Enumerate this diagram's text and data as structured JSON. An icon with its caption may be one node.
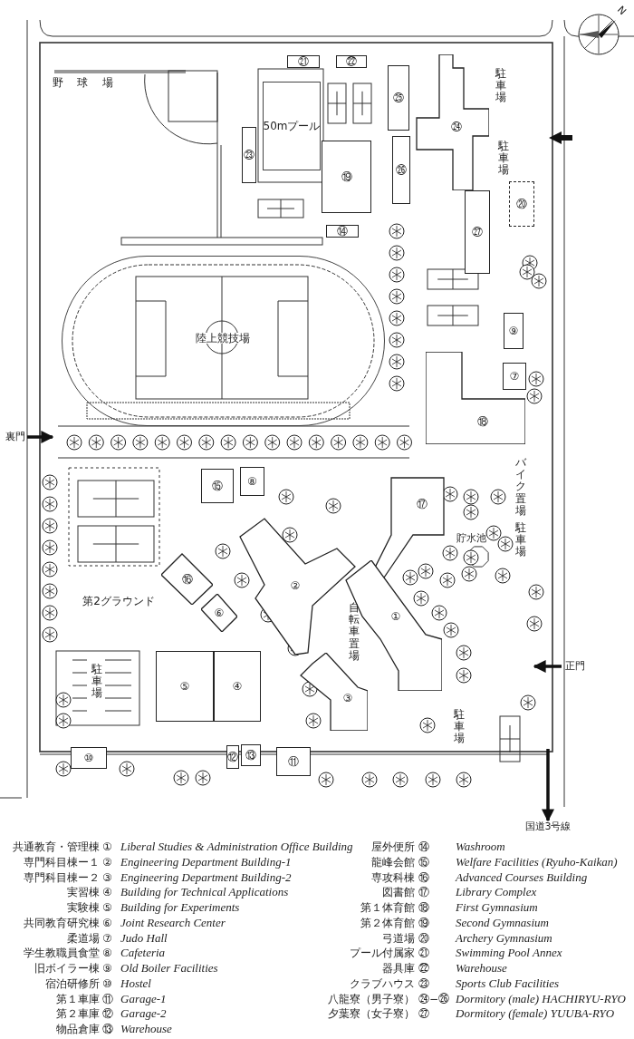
{
  "diagram": {
    "nodes": [
      {
        "text": [
          "野球場"
        ]
      },
      {
        "text": [
          "㉑"
        ]
      },
      {
        "text": [
          "㉒"
        ]
      },
      {
        "text": [
          "50mプール"
        ]
      },
      {
        "text": [
          "㉓"
        ]
      },
      {
        "text": [
          "㉕"
        ]
      },
      {
        "text": [
          "㉔"
        ]
      },
      {
        "text": [
          "駐車場"
        ]
      },
      {
        "text": [
          "⑲"
        ]
      },
      {
        "text": [
          "㉖"
        ]
      },
      {
        "text": [
          "駐車場"
        ]
      },
      {
        "text": [
          "⑳"
        ]
      },
      {
        "text": [
          "⑭"
        ]
      },
      {
        "text": [
          "㉗"
        ]
      },
      {
        "text": [
          "陸上競技場"
        ]
      },
      {
        "text": [
          "⑨"
        ]
      },
      {
        "text": [
          "⑦"
        ]
      },
      {
        "text": [
          "⑱"
        ]
      },
      {
        "text": [
          "裏門"
        ]
      },
      {
        "text": [
          "⑮"
        ]
      },
      {
        "text": [
          "⑧"
        ]
      },
      {
        "text": [
          "⑰"
        ]
      },
      {
        "text": [
          "バイク置場"
        ]
      },
      {
        "text": [
          "駐車場"
        ]
      },
      {
        "text": [
          "貯水池"
        ]
      },
      {
        "text": [
          "第2グラウンド"
        ]
      },
      {
        "text": [
          "⑯"
        ]
      },
      {
        "text": [
          "②"
        ]
      },
      {
        "text": [
          "①"
        ]
      },
      {
        "text": [
          "⑥"
        ]
      },
      {
        "text": [
          "自転車置場"
        ]
      },
      {
        "text": [
          "駐車場"
        ]
      },
      {
        "text": [
          "⑤"
        ]
      },
      {
        "text": [
          "④"
        ]
      },
      {
        "text": [
          "③"
        ]
      },
      {
        "text": [
          "正門"
        ]
      },
      {
        "text": [
          "駐車場"
        ]
      },
      {
        "text": [
          "⑩"
        ]
      },
      {
        "text": [
          "⑫"
        ]
      },
      {
        "text": [
          "⑬"
        ]
      },
      {
        "text": [
          "⑪"
        ]
      },
      {
        "text": [
          "国道3号線"
        ]
      }
    ],
    "edges": [
      {
        "from": 18,
        "to": null,
        "arrow": "to"
      },
      {
        "from": 35,
        "to": null,
        "arrow": "to"
      },
      {
        "from": null,
        "to": 41,
        "arrow": "to"
      }
    ],
    "labels": [
      "N",
      "共通教育・管理棟",
      "①",
      "Liberal Studies & Administration Office Building",
      "専門科目棟ー１",
      "②",
      "Engineering Department Building-1",
      "専門科目棟ー２",
      "③",
      "Engineering Department Building-2",
      "実習棟",
      "④",
      "Building for Technical Applications",
      "実験棟",
      "⑤",
      "Building for Experiments",
      "共同教育研究棟",
      "⑥",
      "Joint Research Center",
      "柔道場",
      "⑦",
      "Judo Hall",
      "学生教職員食堂",
      "⑧",
      "Cafeteria",
      "旧ボイラー棟",
      "⑨",
      "Old Boiler Facilities",
      "宿泊研修所",
      "⑩",
      "Hostel",
      "第１車庫",
      "⑪",
      "Garage-1",
      "第２車庫",
      "⑫",
      "Garage-2",
      "物品倉庫",
      "⑬",
      "Warehouse",
      "屋外便所",
      "⑭",
      "Washroom",
      "龍峰会館",
      "⑮",
      "Welfare Facilities (Ryuho-Kaikan)",
      "専攻科棟",
      "⑯",
      "Advanced Courses Building",
      "図書館",
      "⑰",
      "Library Complex",
      "第１体育館",
      "⑱",
      "First Gymnasium",
      "第２体育館",
      "⑲",
      "Second Gymnasium",
      "弓道場",
      "⑳",
      "Archery Gymnasium",
      "プール付属家",
      "㉑",
      "Swimming Pool Annex",
      "器具庫",
      "㉒",
      "Warehouse",
      "クラブハウス",
      "㉓",
      "Sports Club Facilities",
      "八龍寮（男子寮）",
      "㉔−㉖",
      "Dormitory (male) HACHIRYU-RYO",
      "夕葉寮（女子寮）",
      "㉗",
      "Dormitory (female) YUUBA-RYO"
    ]
  }
}
